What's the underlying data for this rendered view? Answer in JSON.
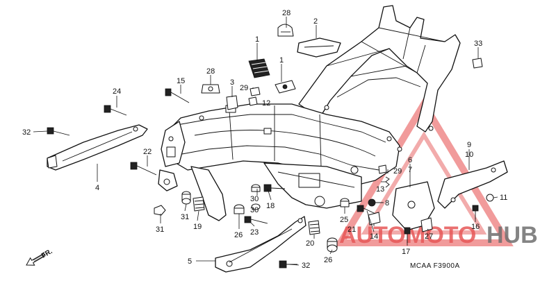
{
  "diagram_code": "MCAA  F3900A",
  "direction_label": "FR.",
  "watermark": {
    "brand_a": "AUTO",
    "brand_b": "MOTO",
    "brand_c": "HUB",
    "color_red": "#e23a3a",
    "color_gray": "#555555"
  },
  "parts": [
    {
      "id": "p28a",
      "num": "28"
    },
    {
      "id": "p2",
      "num": "2"
    },
    {
      "id": "p33",
      "num": "33"
    },
    {
      "id": "p1a",
      "num": "1"
    },
    {
      "id": "p1b",
      "num": "1"
    },
    {
      "id": "p28b",
      "num": "28"
    },
    {
      "id": "p3",
      "num": "3"
    },
    {
      "id": "p15",
      "num": "15"
    },
    {
      "id": "p29a",
      "num": "29"
    },
    {
      "id": "p12",
      "num": "12"
    },
    {
      "id": "p24",
      "num": "24"
    },
    {
      "id": "p32a",
      "num": "32"
    },
    {
      "id": "p22",
      "num": "22"
    },
    {
      "id": "p4",
      "num": "4"
    },
    {
      "id": "p9",
      "num": "9"
    },
    {
      "id": "p10",
      "num": "10"
    },
    {
      "id": "p6",
      "num": "6"
    },
    {
      "id": "p7",
      "num": "7"
    },
    {
      "id": "p29b",
      "num": "29"
    },
    {
      "id": "p13",
      "num": "13"
    },
    {
      "id": "p30a",
      "num": "30"
    },
    {
      "id": "p30b",
      "num": "30"
    },
    {
      "id": "p18",
      "num": "18"
    },
    {
      "id": "p8",
      "num": "8"
    },
    {
      "id": "p11",
      "num": "11"
    },
    {
      "id": "p31a",
      "num": "31"
    },
    {
      "id": "p31b",
      "num": "31"
    },
    {
      "id": "p19",
      "num": "19"
    },
    {
      "id": "p25",
      "num": "25"
    },
    {
      "id": "p16",
      "num": "16"
    },
    {
      "id": "p26a",
      "num": "26"
    },
    {
      "id": "p23",
      "num": "23"
    },
    {
      "id": "p21",
      "num": "21"
    },
    {
      "id": "p14",
      "num": "14"
    },
    {
      "id": "p27",
      "num": "27"
    },
    {
      "id": "p20",
      "num": "20"
    },
    {
      "id": "p17",
      "num": "17"
    },
    {
      "id": "p5",
      "num": "5"
    },
    {
      "id": "p26b",
      "num": "26"
    },
    {
      "id": "p32b",
      "num": "32"
    }
  ]
}
